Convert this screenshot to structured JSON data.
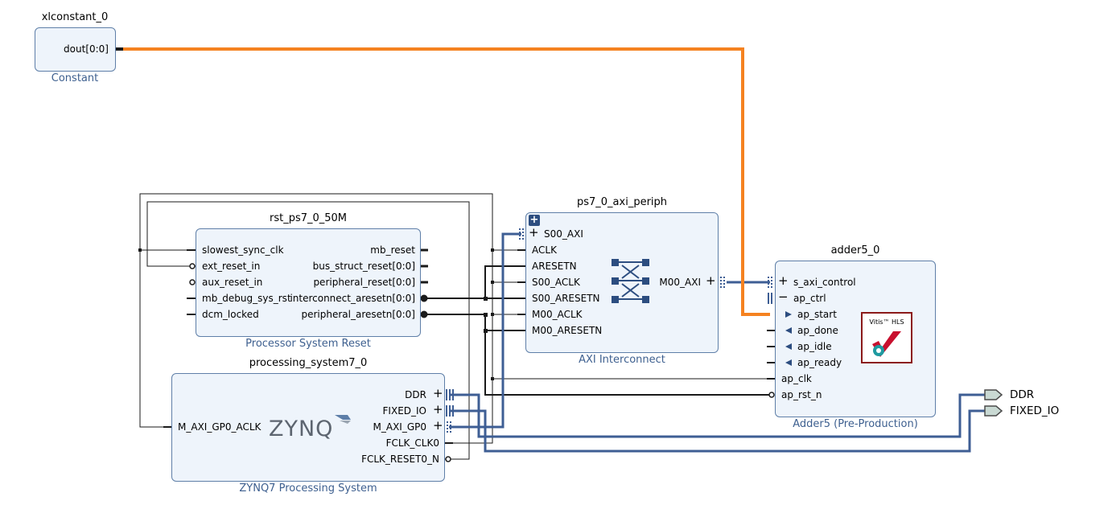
{
  "blocks": {
    "xlconstant": {
      "instance": "xlconstant_0",
      "ip": "Constant",
      "pins_right": [
        "dout[0:0]"
      ]
    },
    "rst": {
      "instance": "rst_ps7_0_50M",
      "ip": "Processor System Reset",
      "pins_left": [
        "slowest_sync_clk",
        "ext_reset_in",
        "aux_reset_in",
        "mb_debug_sys_rst",
        "dcm_locked"
      ],
      "pins_right": [
        "mb_reset",
        "bus_struct_reset[0:0]",
        "peripheral_reset[0:0]",
        "interconnect_aresetn[0:0]",
        "peripheral_aresetn[0:0]"
      ]
    },
    "ps7": {
      "instance": "processing_system7_0",
      "ip": "ZYNQ7 Processing System",
      "pins_left": [
        "M_AXI_GP0_ACLK"
      ],
      "pins_right": [
        "DDR",
        "FIXED_IO",
        "M_AXI_GP0",
        "FCLK_CLK0",
        "FCLK_RESET0_N"
      ],
      "logo": "ZYNQ"
    },
    "axi": {
      "instance": "ps7_0_axi_periph",
      "ip": "AXI Interconnect",
      "pins_left": [
        "S00_AXI",
        "ACLK",
        "ARESETN",
        "S00_ACLK",
        "S00_ARESETN",
        "M00_ACLK",
        "M00_ARESETN"
      ],
      "pins_right": [
        "M00_AXI"
      ]
    },
    "adder": {
      "instance": "adder5_0",
      "ip": "Adder5 (Pre-Production)",
      "pins_left": [
        "s_axi_control",
        "ap_ctrl",
        "ap_start",
        "ap_done",
        "ap_idle",
        "ap_ready",
        "ap_clk",
        "ap_rst_n"
      ],
      "logo_text": "Vitis™ HLS"
    }
  },
  "external_ports": [
    "DDR",
    "FIXED_IO"
  ],
  "colors": {
    "block_fill": "#eef4fb",
    "block_border": "#5f7fa8",
    "bus": "#3e5e94",
    "wire": "#1a1a1a",
    "constant_net": "#f58220",
    "ip_name": "#3d5f8f"
  }
}
